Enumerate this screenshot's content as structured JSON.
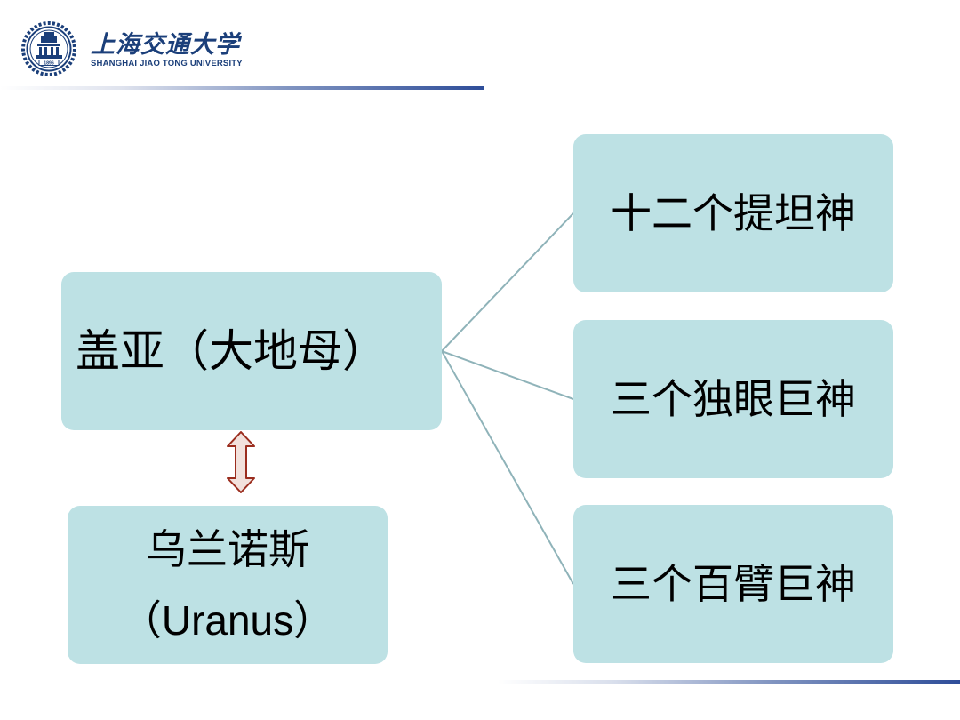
{
  "header": {
    "logo_cn": "上海交通大学",
    "logo_en": "SHANGHAI JIAO TONG UNIVERSITY",
    "seal_year": "1896"
  },
  "diagram": {
    "parent": {
      "label": "盖亚（大地母）"
    },
    "spouse": {
      "line1": "乌兰诺斯",
      "paren_open": "（",
      "latin": "Uranus",
      "paren_close": "）"
    },
    "children": [
      {
        "label": "十二个提坦神"
      },
      {
        "label": "三个独眼巨神"
      },
      {
        "label": "三个百臂巨神"
      }
    ]
  },
  "colors": {
    "box_fill": "#bde1e4",
    "connector": "#8fb3b9",
    "arrow_fill": "#f2e1dc",
    "arrow_stroke": "#9b2d1e",
    "brand": "#1b3f7a"
  }
}
